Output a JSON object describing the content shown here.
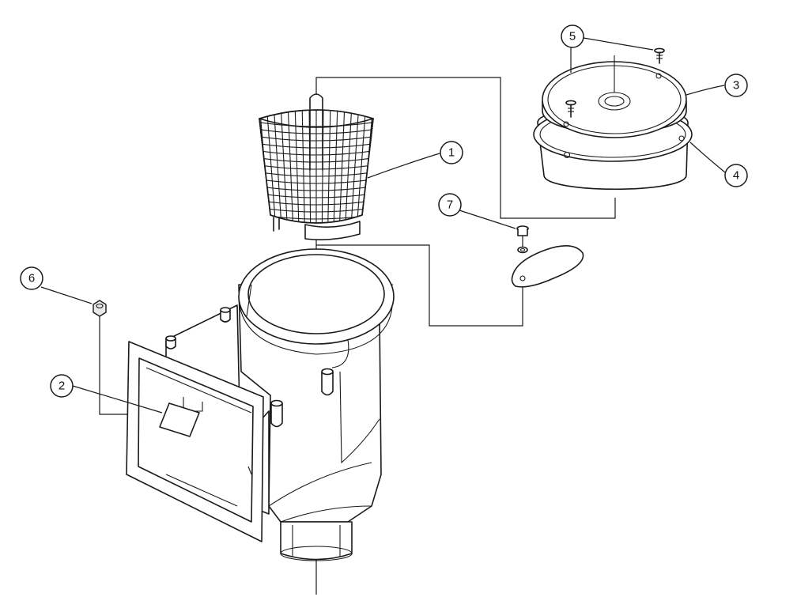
{
  "callouts": [
    {
      "id": "c1",
      "label": "1"
    },
    {
      "id": "c2",
      "label": "2"
    },
    {
      "id": "c3",
      "label": "3"
    },
    {
      "id": "c4",
      "label": "4"
    },
    {
      "id": "c5",
      "label": "5"
    },
    {
      "id": "c6",
      "label": "6"
    },
    {
      "id": "c7",
      "label": "7"
    }
  ]
}
